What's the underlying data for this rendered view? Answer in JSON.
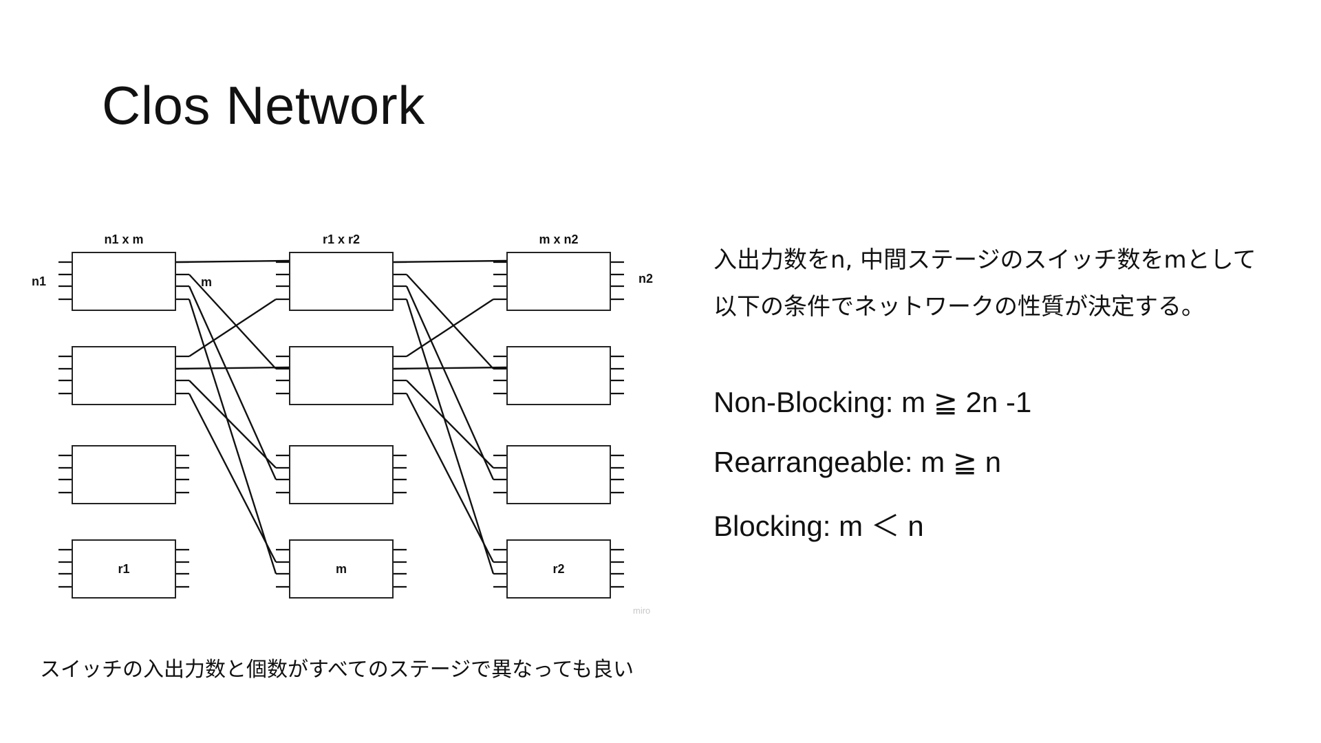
{
  "slide": {
    "title": "Clos Network",
    "description_lines": [
      "入出力数をn, 中間ステージのスイッチ数をmとして",
      "以下の条件でネットワークの性質が決定する。"
    ],
    "conditions": [
      "Non-Blocking: m ≧ 2n -1",
      "Rearrangeable: m ≧  n",
      "Blocking: m ＜ n"
    ],
    "footnote": "スイッチの入出力数と個数がすべてのステージで異なっても良い"
  },
  "diagram": {
    "stage_headers": [
      "n1 x m",
      "r1 x r2",
      "m x n2"
    ],
    "side_labels": {
      "inputs": "n1",
      "outputs": "n2",
      "link": "m"
    },
    "bottom_labels": [
      "r1",
      "m",
      "r2"
    ],
    "watermark": "miro"
  }
}
